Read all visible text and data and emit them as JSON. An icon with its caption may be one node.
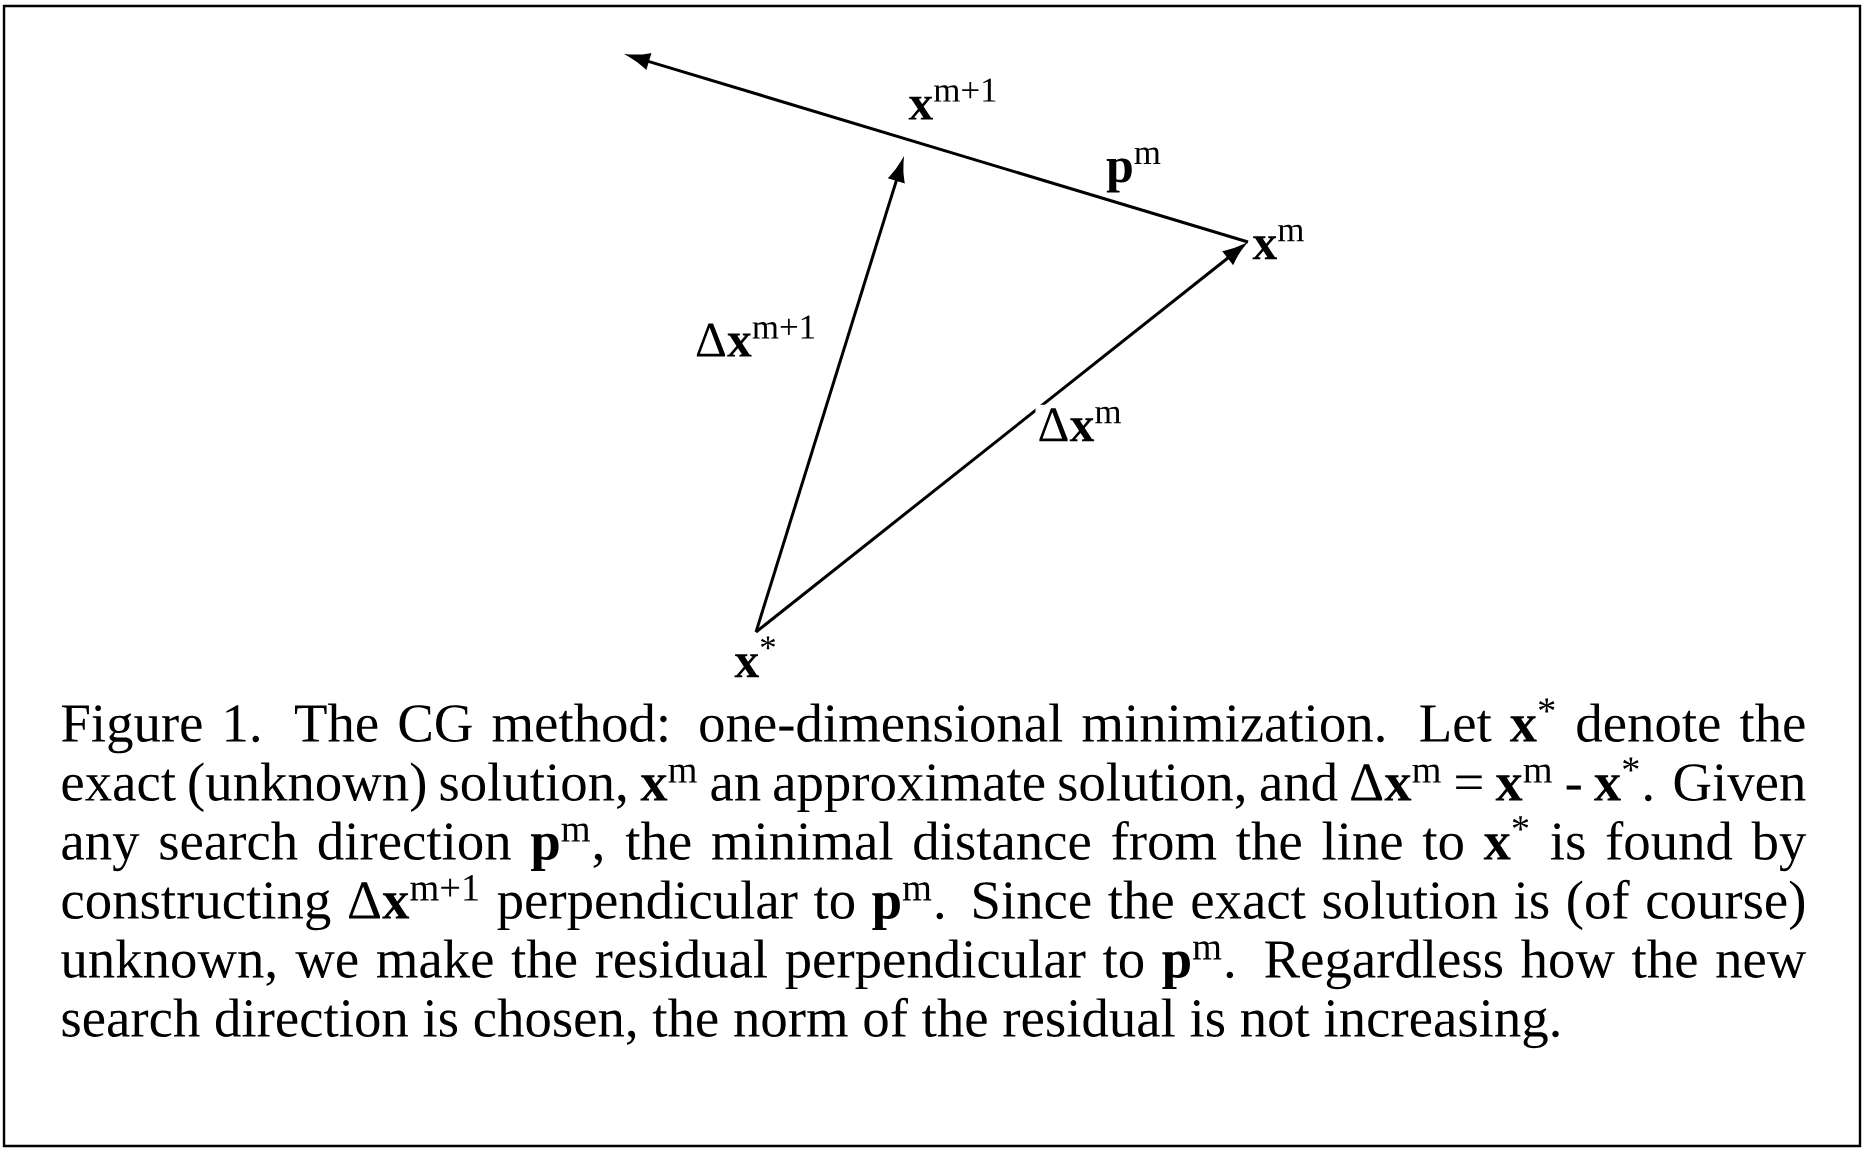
{
  "diagram": {
    "caption": "Figure 1. The CG method: one-dimensional minimization. Let **x**$^{*}$ denote the exact (unknown) solution, **x**$^{m}$ an approximate solution, and Δ**x**$^{m}$ = **x**$^{m}$ - **x**$^{*}$. Given any search direction **p**$^{m}$, the minimal distance from the line to **x**$^{*}$ is found by constructing Δ**x**$^{m+1}$ perpendicular to **p**$^{m}$. Since the exact solution is (of course) unknown, we make the residual perpendicular to **p**$^{m}$. Regardless how the new search direction is chosen, the norm of the residual is not increasing.",
    "nodes": [
      {
        "text": [
          "**x**$^{*}$"
        ]
      },
      {
        "text": [
          "**x**$^{m}$"
        ]
      },
      {
        "text": [
          "**x**$^{m+1}$"
        ]
      }
    ],
    "edges": [
      {
        "from": 0,
        "to": 1,
        "arrow": "to",
        "label": "Δ**x**$^{m}$"
      },
      {
        "from": 0,
        "to": 2,
        "arrow": "to",
        "label": "Δ**x**$^{m+1}$"
      },
      {
        "from": 1,
        "to": null,
        "arrow": "to",
        "label": "**p**$^{m}$"
      }
    ]
  }
}
